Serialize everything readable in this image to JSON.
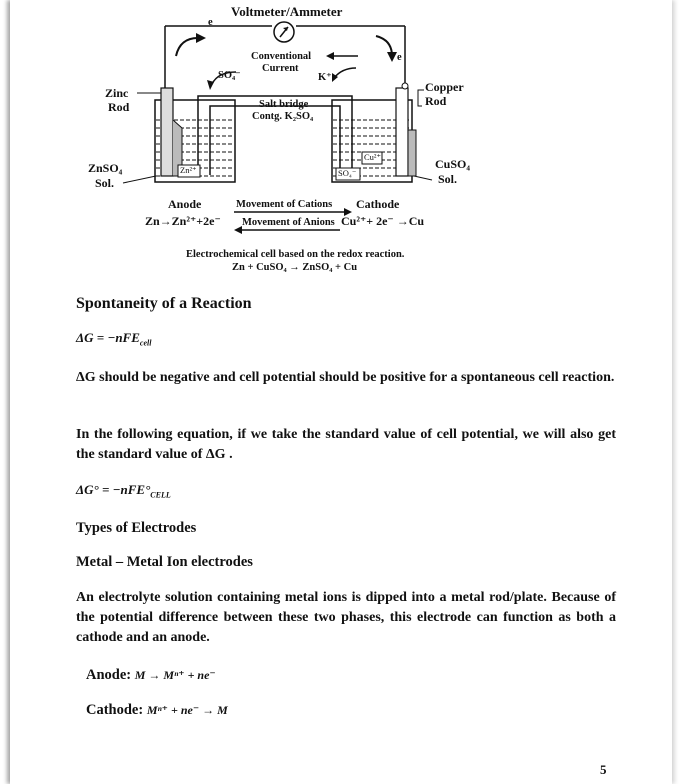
{
  "diagram": {
    "meter_label": "Voltmeter/Ammeter",
    "electron_top": "e",
    "electron_right": "e",
    "conventional_current_line1": "Conventional",
    "conventional_current_line2": "Current",
    "so4_left_label": "SO₄⁻",
    "k_label": "K⁺",
    "zinc_rod_line1": "Zinc",
    "zinc_rod_line2": "Rod",
    "copper_rod_line1": "Copper",
    "copper_rod_line2": "Rod",
    "salt_bridge_line1": "Salt bridge",
    "salt_bridge_line2": "Contg. K₂SO₄",
    "znso4_line1": "ZnSO₄",
    "znso4_line2": "Sol.",
    "cuso4_line1": "CuSO₄",
    "cuso4_line2": "Sol.",
    "zn_ion": "Zn²⁺",
    "cu_ion": "Cu²⁺",
    "so4_ion": "SO₄⁻",
    "anode_label": "Anode",
    "cathode_label": "Cathode",
    "anode_reaction": "Zn→Zn²⁺+2e⁻",
    "cathode_reaction": "Cu²⁺+ 2e⁻ →Cu",
    "movement_cations": "Movement of Cations",
    "movement_anions": "Movement of Anions",
    "caption_line1": "Electrochemical cell based on the redox reaction.",
    "caption_line2": "Zn + CuSO₄ → ZnSO₄ + Cu"
  },
  "spontaneity_heading": "Spontaneity of a Reaction",
  "formula1": "ΔG = −nFE",
  "formula1_sub": "cell",
  "para1": "ΔG should be negative and cell potential should be positive for a spontaneous cell reaction.",
  "para2": "In the following equation, if we take the standard value of cell potential, we will also get the standard value of ΔG .",
  "formula2": "ΔG° = −nFE°",
  "formula2_sub": "CELL",
  "electrodes_heading": "Types of Electrodes",
  "metal_ion_heading": "Metal – Metal Ion electrodes",
  "para3": "An electrolyte solution containing metal ions is dipped into a metal rod/plate. Because of the potential difference between these two phases, this electrode can function as both a cathode and an anode.",
  "anode_eq_label": "Anode:",
  "anode_eq": "M → Mⁿ⁺ + ne⁻",
  "cathode_eq_label": "Cathode:",
  "cathode_eq": "Mⁿ⁺ + ne⁻ → M",
  "page_number": "5"
}
